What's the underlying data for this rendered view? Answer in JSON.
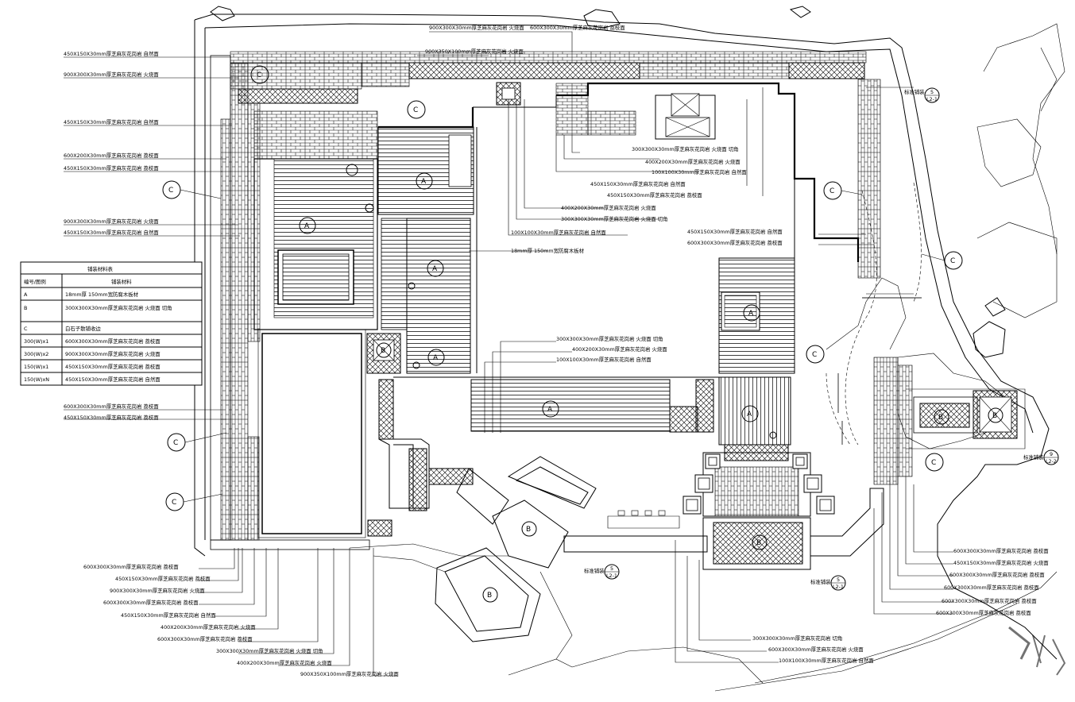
{
  "callouts": [
    {
      "text": "900X300X30mm厚芝麻灰花岗岩 火烧面"
    },
    {
      "text": "600X300X30mm厚芝麻灰花岗岩 荔枝面"
    },
    {
      "text": "900X350X100mm厚芝麻灰花岗岩 火烧面"
    },
    {
      "text": "450X150X30mm厚芝麻灰花岗岩 自然面"
    },
    {
      "text": "900X300X30mm厚芝麻灰花岗岩 火烧面"
    },
    {
      "text": "450X150X30mm厚芝麻灰花岗岩 自然面"
    },
    {
      "text": "600X200X30mm厚芝麻灰花岗岩 荔枝面"
    },
    {
      "text": "450X150X30mm厚芝麻灰花岗岩 荔枝面"
    },
    {
      "text": "900X300X30mm厚芝麻灰花岗岩 火烧面"
    },
    {
      "text": "450X150X30mm厚芝麻灰花岗岩 自然面"
    },
    {
      "text": "300X300X30mm厚芝麻灰花岗岩 火烧面 切角"
    },
    {
      "text": "400X200X30mm厚芝麻灰花岗岩 火烧面"
    },
    {
      "text": "100X100X30mm厚芝麻灰花岗岩 自然面"
    },
    {
      "text": "450X150X30mm厚芝麻灰花岗岩 自然面"
    },
    {
      "text": "450X150X30mm厚芝麻灰花岗岩 荔枝面"
    },
    {
      "text": "400X200X30mm厚芝麻灰花岗岩 火烧面"
    },
    {
      "text": "300X300X30mm厚芝麻灰花岗岩 火烧面 切角"
    },
    {
      "text": "100X100X30mm厚芝麻灰花岗岩 自然面"
    },
    {
      "text": "18mm厚 150mm宽防腐木板材"
    },
    {
      "text": "450X150X30mm厚芝麻灰花岗岩 自然面"
    },
    {
      "text": "600X300X30mm厚芝麻灰花岗岩 荔枝面"
    },
    {
      "text": "300X300X30mm厚芝麻灰花岗岩 火烧面 切角"
    },
    {
      "text": "400X200X30mm厚芝麻灰花岗岩 火烧面"
    },
    {
      "text": "100X100X30mm厚芝麻灰花岗岩 自然面"
    },
    {
      "text": "600X300X30mm厚芝麻灰花岗岩 荔枝面"
    },
    {
      "text": "450X150X30mm厚芝麻灰花岗岩 荔枝面"
    },
    {
      "text": "600X300X30mm厚芝麻灰花岗岩 荔枝面"
    },
    {
      "text": "450X150X30mm厚芝麻灰花岗岩 荔枝面"
    },
    {
      "text": "900X300X30mm厚芝麻灰花岗岩 火烧面"
    },
    {
      "text": "600X300X30mm厚芝麻灰花岗岩 荔枝面"
    },
    {
      "text": "450X150X30mm厚芝麻灰花岗岩 自然面"
    },
    {
      "text": "400X200X30mm厚芝麻灰花岗岩 火烧面"
    },
    {
      "text": "600X300X30mm厚芝麻灰花岗岩 荔枝面"
    },
    {
      "text": "300X300X30mm厚芝麻灰花岗岩 火烧面 切角"
    },
    {
      "text": "400X200X30mm厚芝麻灰花岗岩 火烧面"
    },
    {
      "text": "900X350X100mm厚芝麻灰花岗岩 火烧面"
    },
    {
      "text": "600X300X30mm厚芝麻灰花岗岩 荔枝面"
    },
    {
      "text": "450X150X30mm厚芝麻灰花岗岩 火烧面"
    },
    {
      "text": "600X300X30mm厚芝麻灰花岗岩 荔枝面"
    },
    {
      "text": "600X300X30mm厚芝麻灰花岗岩 荔枝面"
    },
    {
      "text": "600X300X30mm厚芝麻灰花岗岩 荔枝面"
    },
    {
      "text": "600X300X30mm厚芝麻灰花岗岩 荔枝面"
    },
    {
      "text": "300X300X30mm厚芝麻灰花岗岩 切角"
    },
    {
      "text": "600X300X30mm厚芝麻灰花岗岩 火烧面"
    },
    {
      "text": "100X100X30mm厚芝麻灰花岗岩 自然面"
    }
  ],
  "legend": {
    "title": "铺装材料表",
    "header": [
      "编号/图例",
      "铺装材料"
    ],
    "rows": [
      [
        "A",
        "18mm厚 150mm宽防腐木板材"
      ],
      [
        "B",
        "300X300X30mm厚芝麻灰花岗岩 火烧面 切角"
      ],
      [
        "C",
        "白石子散铺收边"
      ],
      [
        "300(W)x1",
        "600X300X30mm厚芝麻灰花岗岩 荔枝面"
      ],
      [
        "300(W)x2",
        "900X300X30mm厚芝麻灰花岗岩 火烧面"
      ],
      [
        "150(W)x1",
        "450X150X30mm厚芝麻灰花岗岩 荔枝面"
      ],
      [
        "150(W)xN",
        "450X150X30mm厚芝麻灰花岗岩 自然面"
      ]
    ]
  },
  "markers": {
    "A": "A",
    "B": "B",
    "C": "C"
  },
  "detail_tags": [
    {
      "label": "标准铺装",
      "num": "5",
      "sheet": "L2-1"
    },
    {
      "label": "标准铺装",
      "num": "9",
      "sheet": "L2-2"
    },
    {
      "label": "标准铺装",
      "num": "5",
      "sheet": "L2-1"
    },
    {
      "label": "标准铺装",
      "num": "5",
      "sheet": "L2-1"
    }
  ]
}
